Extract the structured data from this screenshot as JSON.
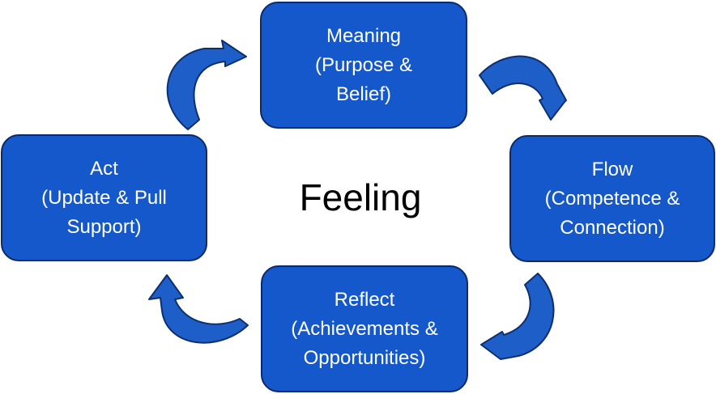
{
  "diagram": {
    "center_label": "Feeling",
    "nodes": [
      {
        "id": "meaning",
        "line1": "Meaning",
        "line2": "(Purpose &",
        "line3": "Belief)"
      },
      {
        "id": "flow",
        "line1": "Flow",
        "line2": "(Competence &",
        "line3": "Connection)"
      },
      {
        "id": "reflect",
        "line1": "Reflect",
        "line2": "(Achievements &",
        "line3": "Opportunities)"
      },
      {
        "id": "act",
        "line1": "Act",
        "line2": "(Update & Pull",
        "line3": "Support)"
      }
    ],
    "cycle": [
      "meaning",
      "flow",
      "reflect",
      "act",
      "meaning"
    ],
    "colors": {
      "box_fill": "#1558cb",
      "box_border": "#0b2b66",
      "box_text": "#ffffff",
      "arrow_fill": "#1e5ec8",
      "arrow_outline": "#0e2f6e",
      "center_text": "#000000"
    }
  }
}
